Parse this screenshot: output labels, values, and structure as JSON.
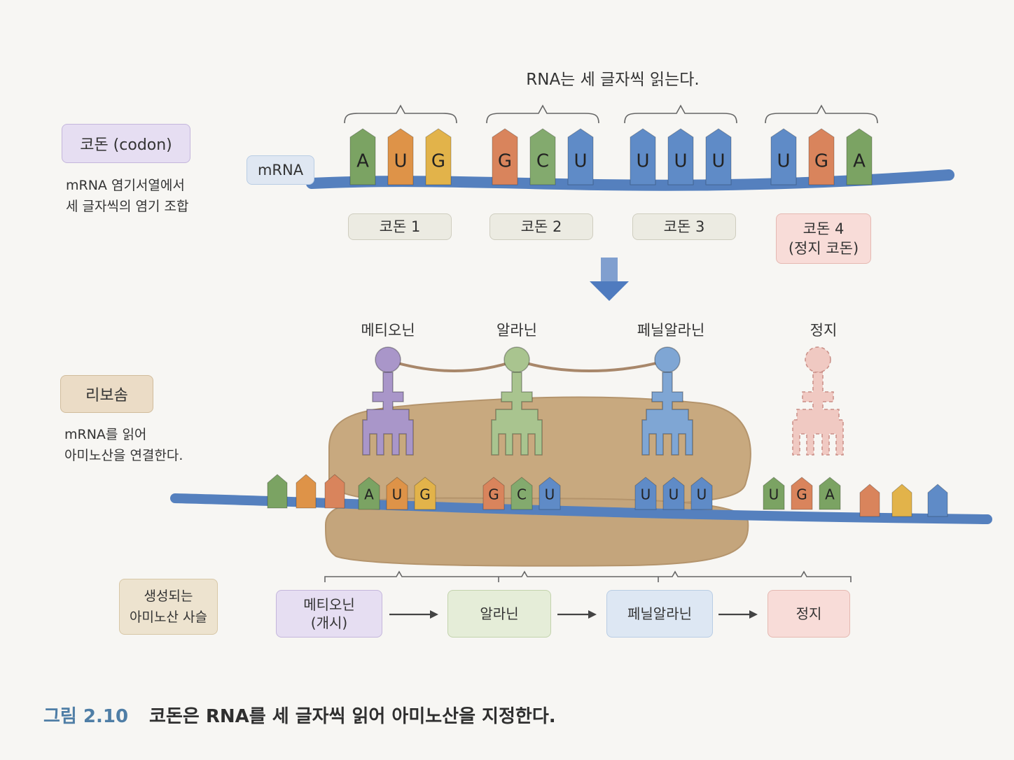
{
  "header": {
    "reading_note": "RNA는 세 글자씩 읽는다."
  },
  "codon_section": {
    "title": "코돈 (codon)",
    "description": "mRNA 염기서열에서\n세 글자씩의 염기 조합",
    "mrna_label": "mRNA"
  },
  "ribosome_section": {
    "title": "리보솜",
    "description": "mRNA를 읽어\n아미노산을 연결한다."
  },
  "chain_section": {
    "title": "생성되는\n아미노산 사슬"
  },
  "codons": [
    {
      "bases": [
        "A",
        "U",
        "G"
      ],
      "label": "코돈 1",
      "sublabel": ""
    },
    {
      "bases": [
        "G",
        "C",
        "U"
      ],
      "label": "코돈 2",
      "sublabel": ""
    },
    {
      "bases": [
        "U",
        "U",
        "U"
      ],
      "label": "코돈 3",
      "sublabel": ""
    },
    {
      "bases": [
        "U",
        "G",
        "A"
      ],
      "label": "코돈 4",
      "sublabel": "(정지 코돈)"
    }
  ],
  "amino_acids": [
    {
      "name": "메티오닌",
      "color": "#a996c9"
    },
    {
      "name": "알라닌",
      "color": "#a9c48f"
    },
    {
      "name": "페닐알라닌",
      "color": "#7fa6d4"
    },
    {
      "name": "정지",
      "color": "#f0c9c2"
    }
  ],
  "chain": [
    {
      "name": "메티오닌",
      "sub": "(개시)",
      "bg": "#e6def2",
      "border": "#c4b6dc"
    },
    {
      "name": "알라닌",
      "sub": "",
      "bg": "#e5edd8",
      "border": "#c3d3ad"
    },
    {
      "name": "페닐알라닌",
      "sub": "",
      "bg": "#dde7f3",
      "border": "#b9cde4"
    },
    {
      "name": "정지",
      "sub": "",
      "bg": "#f8dcd8",
      "border": "#e5b9b2"
    }
  ],
  "base_colors": {
    "A": "#6f9a5c",
    "U": "#5b86c2",
    "G": "#d9964a",
    "C": "#7da36a"
  },
  "caption": {
    "figure": "그림 2.10",
    "text": "코돈은 RNA를 세 글자씩 읽어 아미노산을 지정한다."
  }
}
